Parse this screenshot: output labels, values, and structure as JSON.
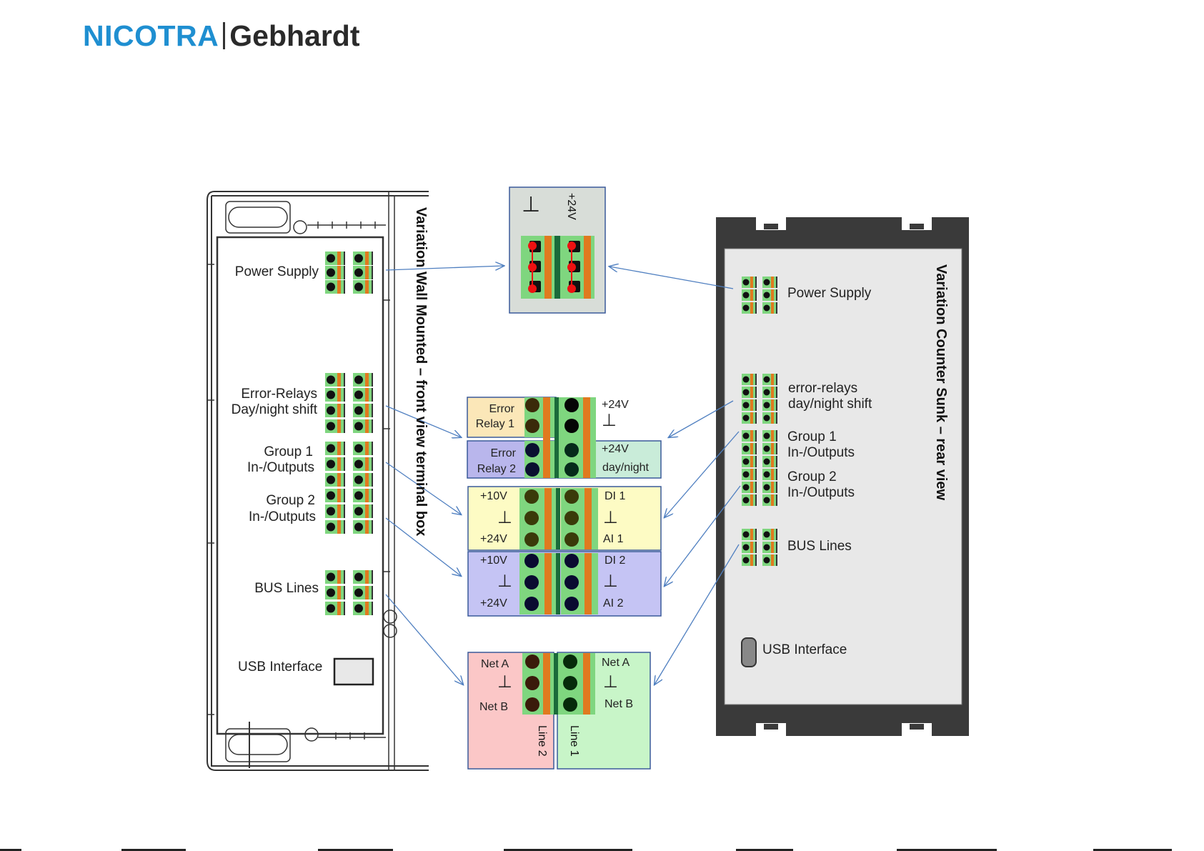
{
  "brand": {
    "part1": "NICOTRA",
    "part2": "Gebhardt"
  },
  "wall": {
    "title": "Variation Wall Mounted – front view terminal box",
    "power_supply": "Power Supply",
    "error_relays": "Error-Relays",
    "day_night": "Day/night shift",
    "group1_a": "Group 1",
    "group1_b": "In-/Outputs",
    "group2_a": "Group 2",
    "group2_b": "In-/Outputs",
    "bus_lines": "BUS Lines",
    "usb": "USB Interface"
  },
  "counter": {
    "title": "Variation Counter Sunk – rear view",
    "power_supply": "Power Supply",
    "error_relays": "error-relays",
    "day_night": "day/night shift",
    "group1_a": "Group 1",
    "group1_b": "In-/Outputs",
    "group2_a": "Group 2",
    "group2_b": "In-/Outputs",
    "bus_lines": "BUS Lines",
    "usb": "USB Interface"
  },
  "power_detail": {
    "ground": "⊥",
    "plus24": "+24V"
  },
  "relay_detail": {
    "error": "Error",
    "relay1": "Relay 1",
    "relay2": "Relay 2",
    "plus24_a": "+24V",
    "ground": "⊥",
    "plus24_b": "+24V",
    "day_night": "day/night"
  },
  "group1_detail": {
    "plus10": "+10V",
    "ground_l": "⊥",
    "plus24": "+24V",
    "di": "DI 1",
    "ground_r": "⊥",
    "ai": "AI 1"
  },
  "group2_detail": {
    "plus10": "+10V",
    "ground_l": "⊥",
    "plus24": "+24V",
    "di": "DI 2",
    "ground_r": "⊥",
    "ai": "AI 2"
  },
  "bus_detail": {
    "net_a_l": "Net A",
    "ground_l": "⊥",
    "net_b_l": "Net B",
    "line2": "Line 2",
    "net_a_r": "Net A",
    "ground_r": "⊥",
    "net_b_r": "Net B",
    "line1": "Line 1"
  },
  "colors": {
    "brand_blue": "#1f8fd1",
    "terminal_green": "#7fd67f",
    "terminal_orange": "#e07a1f",
    "relay1_bg": "#fbe7b8",
    "relay2_bg": "#b9b6ec",
    "relay2_right_bg": "#c9ecd9",
    "group1_bg": "#fdfbc4",
    "group2_bg": "#c5c4f4",
    "line2_bg": "#fbc7c7",
    "line1_bg": "#c8f5c8",
    "housing_dark": "#3a3a3a",
    "housing_panel": "#e8e8e8",
    "arrow": "#4f7fc0"
  }
}
